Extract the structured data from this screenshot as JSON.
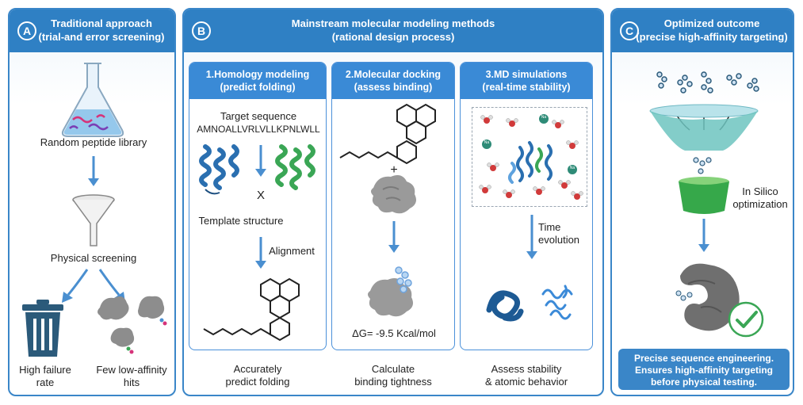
{
  "panel_a": {
    "badge": "A",
    "title_line1": "Traditional approach",
    "title_line2": "(trial-and error screening)",
    "flask_label": "Random peptide library",
    "funnel_label": "Physical screening",
    "fail_label_line1": "High failure",
    "fail_label_line2": "rate",
    "hits_label_line1": "Few low-affinity",
    "hits_label_line2": "hits"
  },
  "panel_b": {
    "badge": "B",
    "title_line1": "Mainstream molecular modeling methods",
    "title_line2": "(rational design process)",
    "col1": {
      "head_line1": "1.Homology modeling",
      "head_line2": "(predict folding)",
      "target_label": "Target sequence",
      "sequence": "AMNOALLVRLVLLKPNLWLL",
      "x_mark": "X",
      "template_label": "Template structure",
      "alignment_label": "Alignment",
      "footer_line1": "Accurately",
      "footer_line2": "predict folding"
    },
    "col2": {
      "head_line1": "2.Molecular docking",
      "head_line2": "(assess binding)",
      "plus": "+",
      "energy": "ΔG= -9.5 Kcal/mol",
      "footer_line1": "Calculate",
      "footer_line2": "binding tightness"
    },
    "col3": {
      "head_line1": "3.MD simulations",
      "head_line2": "(real-time stability)",
      "time_line1": "Time",
      "time_line2": "evolution",
      "ion_label": "Na",
      "footer_line1": "Assess stability",
      "footer_line2": "& atomic behavior"
    }
  },
  "panel_c": {
    "badge": "C",
    "title_line1": "Optimized outcome",
    "title_line2": "(precise high-affinity targeting)",
    "insilico_line1": "In Silico",
    "insilico_line2": "optimization",
    "footer_line1": "Precise sequence engineering.",
    "footer_line2": "Ensures high-affinity targeting",
    "footer_line3": "before physical testing."
  },
  "colors": {
    "primary": "#2f80c4",
    "accent_green": "#3aa655",
    "helix_blue": "#2a6fb0",
    "protein_gray": "#9a9a9a"
  }
}
